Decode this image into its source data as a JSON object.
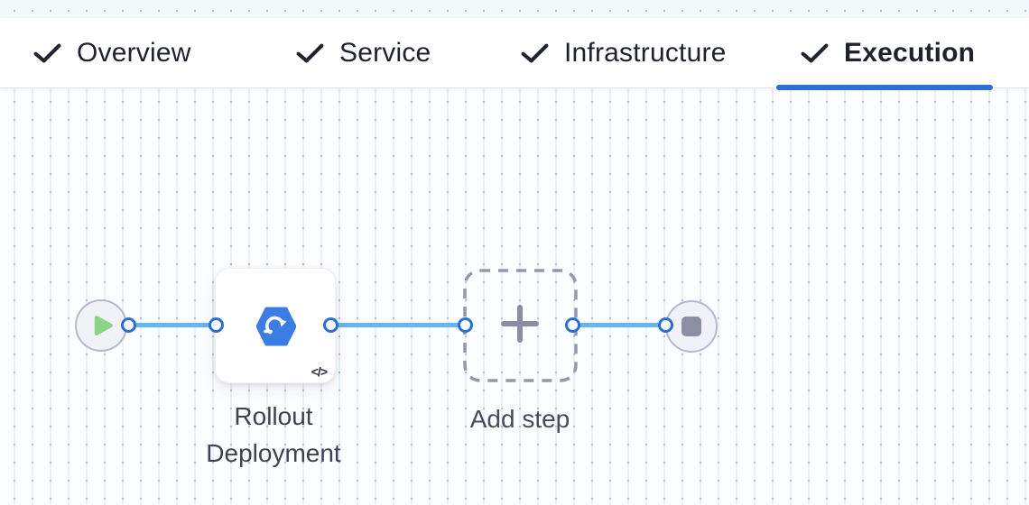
{
  "tabs": [
    {
      "label": "Overview",
      "checked": true,
      "active": false
    },
    {
      "label": "Service",
      "checked": true,
      "active": false
    },
    {
      "label": "Infrastructure",
      "checked": true,
      "active": false
    },
    {
      "label": "Execution",
      "checked": true,
      "active": true
    }
  ],
  "canvas": {
    "start_node": {
      "icon": "play-icon"
    },
    "step_node": {
      "label": "Rollout Deployment",
      "icon": "k8s-rollout-icon",
      "badge": "</>"
    },
    "add_step_node": {
      "label": "Add step",
      "icon": "plus-icon"
    },
    "end_node": {
      "icon": "stop-icon"
    }
  },
  "colors": {
    "active_tab_underline": "#2b6fd9",
    "connector_blue": "#62b7f1",
    "port_border_blue": "#2a6fd6",
    "step_icon_blue": "#3b7de2",
    "play_green": "#8bd584",
    "node_gray": "#8c8fa4",
    "tab_text": "#1e222c",
    "label_text": "#3f4252"
  }
}
